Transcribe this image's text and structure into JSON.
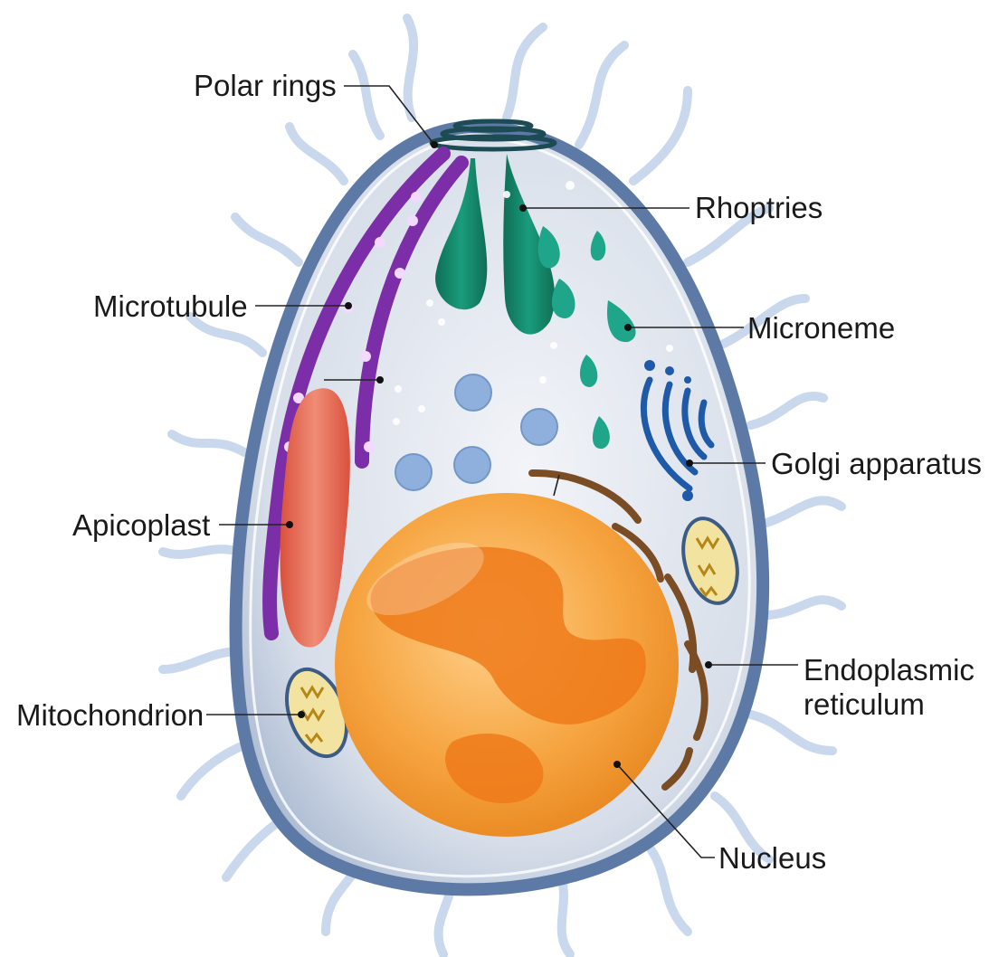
{
  "diagram": {
    "labels": {
      "polar_rings": "Polar rings",
      "rhoptries": "Rhoptries",
      "microtubule": "Microtubule",
      "microneme": "Microneme",
      "golgi": "Golgi apparatus",
      "apicoplast": "Apicoplast",
      "er_line1": "Endoplasmic",
      "er_line2": "reticulum",
      "mitochondrion": "Mitochondrion",
      "nucleus": "Nucleus"
    },
    "colors": {
      "cilia": "#c9d8ec",
      "cell_outer": "#5d79a6",
      "cytoplasm": "#dfe5ee",
      "microtubule": "#7b2ea8",
      "rhoptry": "#14876b",
      "microneme": "#1fa68a",
      "golgi": "#1e5aa8",
      "apicoplast": "#e8735a",
      "vesicle": "#8fb0dc",
      "nucleus": "#f5a03a",
      "nucleolus": "#ee7a1a",
      "er": "#8a5a2b",
      "mitochondrion": "#f3e3a0"
    }
  }
}
